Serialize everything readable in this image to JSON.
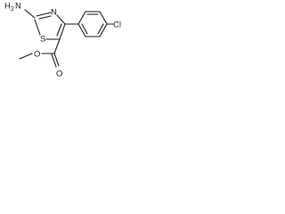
{
  "molecule": {
    "labels": {
      "amine": "H",
      "amine_sub": "2",
      "amine_n": "N",
      "thio_s": "S",
      "ring_n": "N",
      "carbonyl_o": "O",
      "ester_o": "O",
      "chlorine": "Cl"
    }
  }
}
